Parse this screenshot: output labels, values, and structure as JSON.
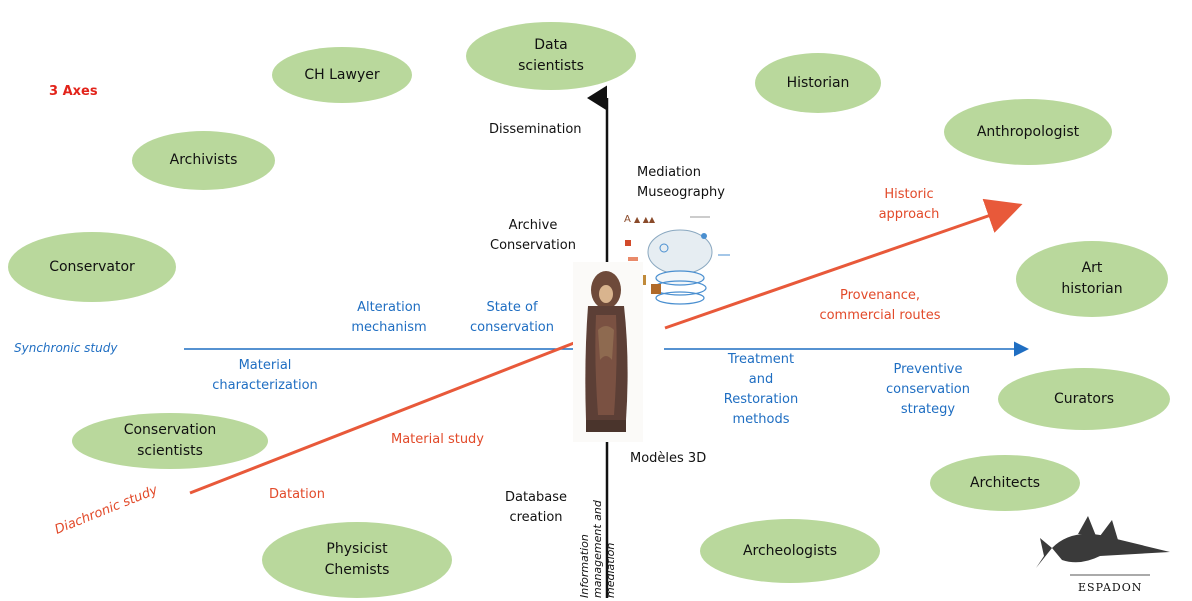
{
  "axes_title": "3 Axes",
  "roles": [
    {
      "id": "data-scientists",
      "text": "Data\nscientists"
    },
    {
      "id": "ch-lawyer",
      "text": "CH Lawyer"
    },
    {
      "id": "historian",
      "text": "Historian"
    },
    {
      "id": "anthropologist",
      "text": "Anthropologist"
    },
    {
      "id": "archivists",
      "text": "Archivists"
    },
    {
      "id": "conservator",
      "text": "Conservator"
    },
    {
      "id": "art-historian",
      "text": "Art\nhistorian"
    },
    {
      "id": "curators",
      "text": "Curators"
    },
    {
      "id": "conservation-scientists",
      "text": "Conservation\nscientists"
    },
    {
      "id": "architects",
      "text": "Architects"
    },
    {
      "id": "physicist-chemists",
      "text": "Physicist\nChemists"
    },
    {
      "id": "archeologists",
      "text": "Archeologists"
    }
  ],
  "labels": {
    "dissemination": "Dissemination",
    "mediation": "Mediation\nMuseography",
    "archive": "Archive\nConservation",
    "historic": "Historic\napproach",
    "provenance": "Provenance,\ncommercial routes",
    "alteration": "Alteration\nmechanism",
    "state": "State of\nconservation",
    "synchronic": "Synchronic study",
    "material_char": "Material\ncharacterization",
    "treatment": "Treatment\nand\nRestoration\nmethods",
    "preventive": "Preventive\nconservation\nstrategy",
    "material_study": "Material study",
    "modeles": "Modèles 3D",
    "datation": "Datation",
    "database": "Database\ncreation",
    "diachronic": "Diachronic study",
    "info_mgmt": "Information\nmanagement and\nmediation"
  },
  "logo": {
    "text": "ESPADON"
  },
  "colors": {
    "ellipse": "#b9d89c",
    "axis_black": "#111111",
    "axis_blue": "#1f6ec2",
    "axis_red": "#e8593a"
  }
}
